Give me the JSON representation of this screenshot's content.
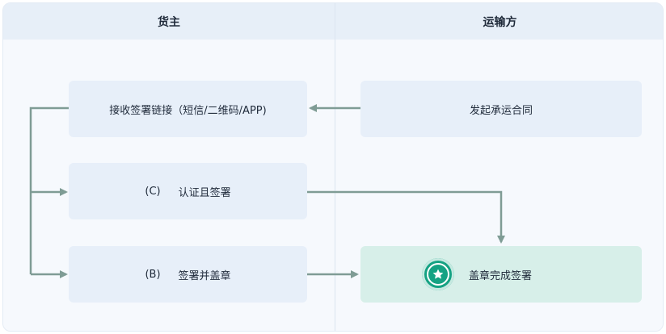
{
  "lanes": {
    "left": {
      "title": "货主"
    },
    "right": {
      "title": "运输方"
    }
  },
  "nodes": {
    "initiate": {
      "label": "发起承运合同"
    },
    "receive": {
      "label": "接收签署链接（短信/二维码/APP)"
    },
    "option_c": {
      "tag": "(C)",
      "label": "认证且签署"
    },
    "option_b": {
      "tag": "(B)",
      "label": "签署并盖章"
    },
    "complete": {
      "label": "盖章完成签署",
      "icon": "star-seal-icon"
    }
  },
  "colors": {
    "connector": "#7f9c95",
    "badge": "#15a283",
    "node": "#e7eff9",
    "node_done": "#d7efe9",
    "header": "#e7eff8"
  }
}
